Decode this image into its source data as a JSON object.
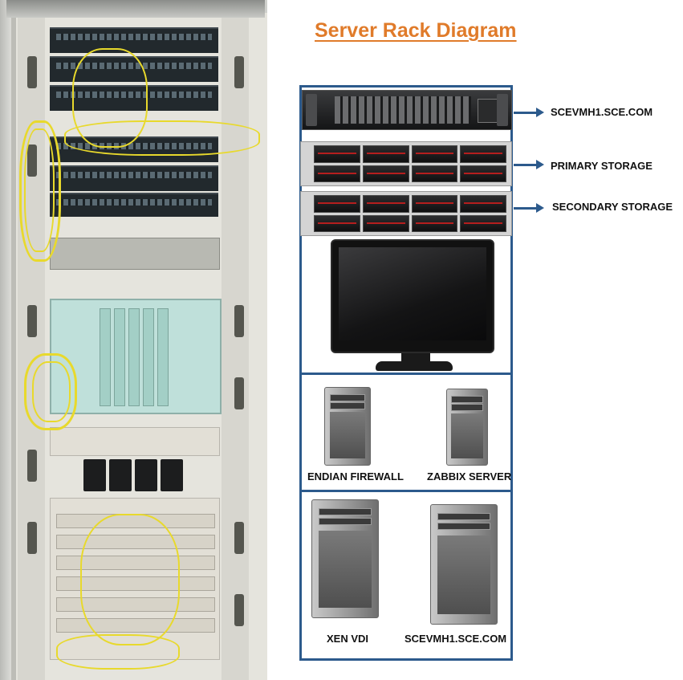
{
  "diagram": {
    "title": "Server Rack Diagram"
  },
  "rack": {
    "devices": [
      {
        "id": "scevmh1",
        "label": "SCEVMH1.SCE.COM",
        "icon": "rack-server-icon"
      },
      {
        "id": "primary-storage",
        "label": "PRIMARY STORAGE",
        "icon": "storage-array-icon"
      },
      {
        "id": "secondary-storage",
        "label": "SECONDARY STORAGE",
        "icon": "storage-array-icon"
      },
      {
        "id": "monitor",
        "label": "",
        "icon": "monitor-icon"
      }
    ],
    "towers_row_1": [
      {
        "label": "ENDIAN FIREWALL",
        "icon": "tower-server-icon"
      },
      {
        "label": "ZABBIX SERVER",
        "icon": "tower-server-icon"
      }
    ],
    "towers_row_2": [
      {
        "label": "XEN VDI",
        "icon": "tower-server-icon"
      },
      {
        "label": "SCEVMH1.SCE.COM",
        "icon": "tower-server-icon"
      }
    ]
  },
  "colors": {
    "title": "#e07b2a",
    "frame": "#2c5a8c",
    "cable": "#e8d92c"
  }
}
